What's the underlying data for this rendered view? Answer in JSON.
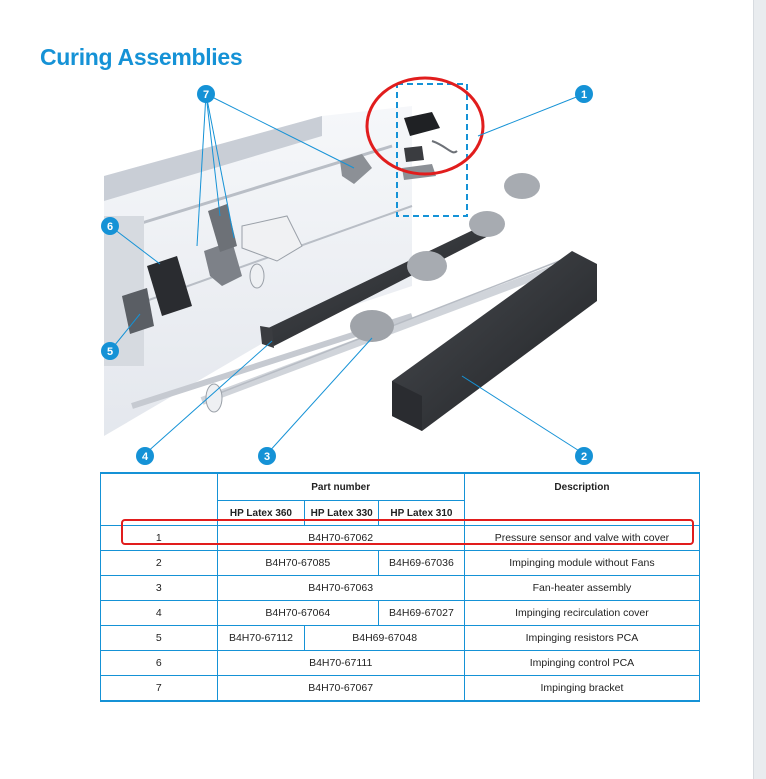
{
  "title": "Curing Assemblies",
  "callouts": [
    "1",
    "2",
    "3",
    "4",
    "5",
    "6",
    "7"
  ],
  "colors": {
    "accent": "#1592d6",
    "highlight": "#e11d1d"
  },
  "table": {
    "part_number_header": "Part number",
    "description_header": "Description",
    "models": [
      "HP Latex 360",
      "HP Latex 330",
      "HP Latex 310"
    ],
    "rows": [
      {
        "ref": "1",
        "parts": [
          "B4H70-67062"
        ],
        "description": "Pressure sensor and valve with cover"
      },
      {
        "ref": "2",
        "parts": [
          "B4H70-67085",
          "B4H69-67036"
        ],
        "description": "Impinging module without Fans"
      },
      {
        "ref": "3",
        "parts": [
          "B4H70-67063"
        ],
        "description": "Fan-heater assembly"
      },
      {
        "ref": "4",
        "parts": [
          "B4H70-67064",
          "B4H69-67027"
        ],
        "description": "Impinging recirculation cover"
      },
      {
        "ref": "5",
        "parts": [
          "B4H70-67112",
          "B4H69-67048"
        ],
        "description": "Impinging resistors PCA"
      },
      {
        "ref": "6",
        "parts": [
          "B4H70-67111"
        ],
        "description": "Impinging control PCA"
      },
      {
        "ref": "7",
        "parts": [
          "B4H70-67067"
        ],
        "description": "Impinging bracket"
      }
    ]
  }
}
